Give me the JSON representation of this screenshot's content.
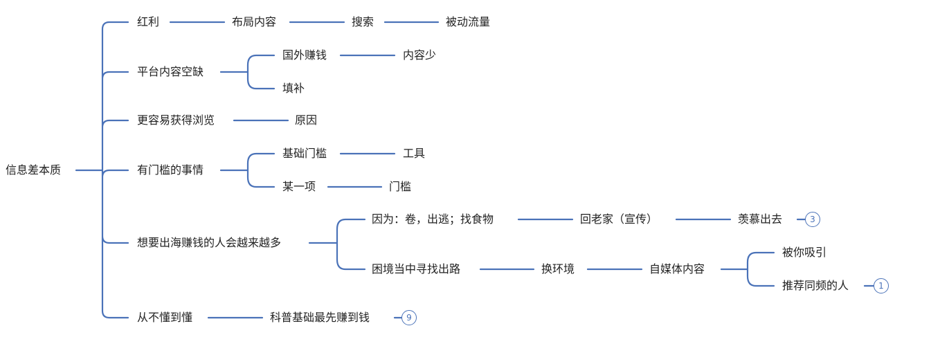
{
  "mindmap": {
    "root": "信息差本质",
    "branches": [
      {
        "label": "红利",
        "chain": [
          "布局内容",
          "搜索",
          "被动流量"
        ]
      },
      {
        "label": "平台内容空缺",
        "children": [
          {
            "label": "国外赚钱",
            "chain": [
              "内容少"
            ]
          },
          {
            "label": "填补"
          }
        ]
      },
      {
        "label": "更容易获得浏览",
        "chain": [
          "原因"
        ]
      },
      {
        "label": "有门槛的事情",
        "children": [
          {
            "label": "基础门槛",
            "chain": [
              "工具"
            ]
          },
          {
            "label": "某一项",
            "chain": [
              "门槛"
            ]
          }
        ]
      },
      {
        "label": "想要出海赚钱的人会越来越多",
        "children": [
          {
            "label": "因为：卷，出逃；找食物",
            "chain": [
              "回老家（宣传）",
              "羡慕出去"
            ],
            "badge": "3"
          },
          {
            "label": "困境当中寻找出路",
            "chain": [
              "换环境",
              "自媒体内容"
            ],
            "children": [
              {
                "label": "被你吸引"
              },
              {
                "label": "推荐同频的人",
                "badge": "1"
              }
            ]
          }
        ]
      },
      {
        "label": "从不懂到懂",
        "chain": [
          "科普基础最先赚到钱"
        ],
        "badge": "9"
      }
    ]
  },
  "colors": {
    "line": "#4a72b8",
    "text": "#222222",
    "background": "#ffffff"
  }
}
